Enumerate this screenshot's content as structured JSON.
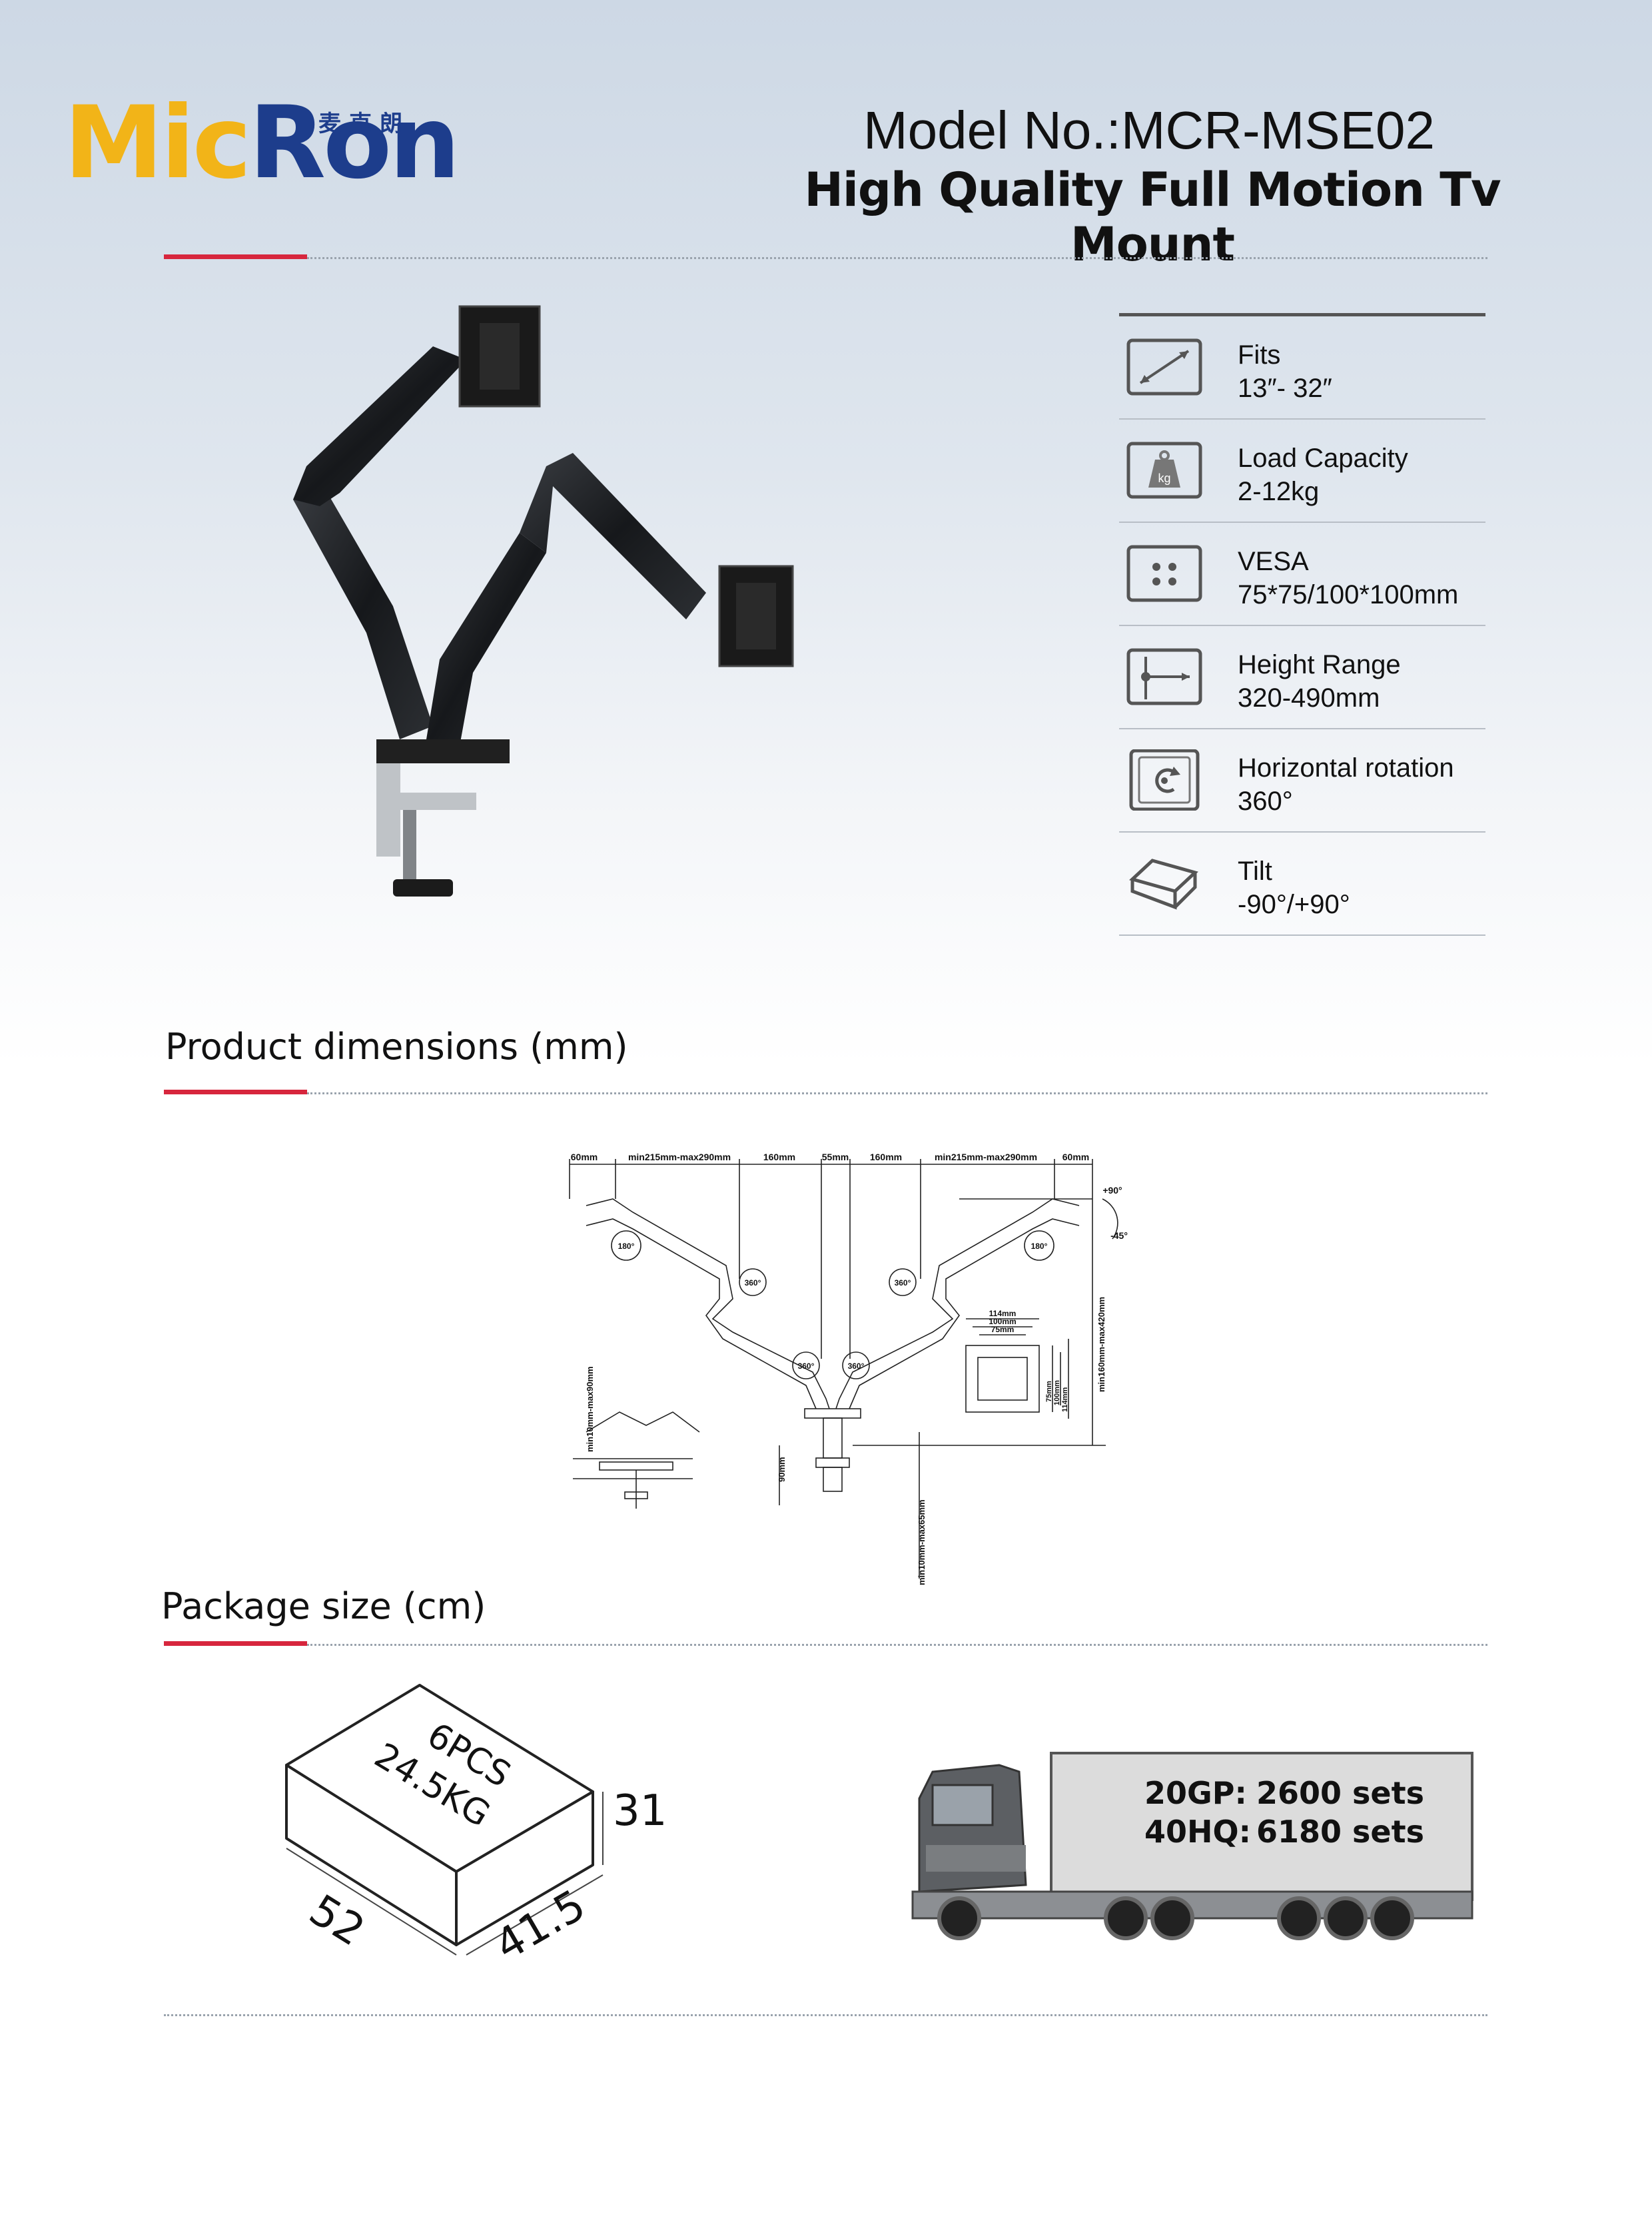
{
  "brand": {
    "logo_text_yellow": "Mic",
    "logo_text_blue": "Ron",
    "logo_cn": "麦克朗"
  },
  "header": {
    "model": "Model No.:MCR-MSE02",
    "subtitle": "High Quality Full Motion Tv Mount"
  },
  "specs": [
    {
      "icon": "diagonal-size-icon",
      "label": "Fits",
      "value": "13″- 32″"
    },
    {
      "icon": "weight-kg-icon",
      "label": "Load Capacity",
      "value": "2-12kg"
    },
    {
      "icon": "vesa-holes-icon",
      "label": "VESA",
      "value": "75*75/100*100mm"
    },
    {
      "icon": "height-range-icon",
      "label": "Height Range",
      "value": "320-490mm"
    },
    {
      "icon": "rotation-icon",
      "label": "Horizontal rotation",
      "value": "360°"
    },
    {
      "icon": "tilt-icon",
      "label": "Tilt",
      "value": "-90°/+90°"
    }
  ],
  "weight_icon_text": "kg",
  "sections": {
    "dimensions": "Product dimensions  (mm)",
    "package": "Package size  (cm)"
  },
  "dimension_labels": {
    "top": [
      "60mm",
      "min215mm-max290mm",
      "160mm",
      "55mm",
      "160mm",
      "min215mm-max290mm",
      "60mm"
    ],
    "tilt_plus": "+90°",
    "tilt_minus": "-45°",
    "rot180_left": "180°",
    "rot180_right": "180°",
    "rot360": [
      "360°",
      "360°",
      "360°",
      "360°"
    ],
    "height": "min160mm-max420mm",
    "clamp_left": "min10mm-max90mm",
    "base_90": "90mm",
    "clamp_bottom": "min10mm-max65mm",
    "vesa_114": "114mm",
    "vesa_100": "100mm",
    "vesa_75": "75mm",
    "vesa_side_75": "75mm",
    "vesa_side_100": "100mm",
    "vesa_side_114": "114mm"
  },
  "package": {
    "pcs": "6PCS",
    "weight": "24.5KG",
    "height": "31",
    "length": "52",
    "width": "41.5"
  },
  "shipping": [
    {
      "container": "20GP:",
      "qty": "2600 sets"
    },
    {
      "container": "40HQ:",
      "qty": "6180 sets"
    }
  ],
  "colors": {
    "brand_blue": "#1d3d8c",
    "brand_yellow": "#f2b418",
    "accent_red": "#d7263d"
  }
}
